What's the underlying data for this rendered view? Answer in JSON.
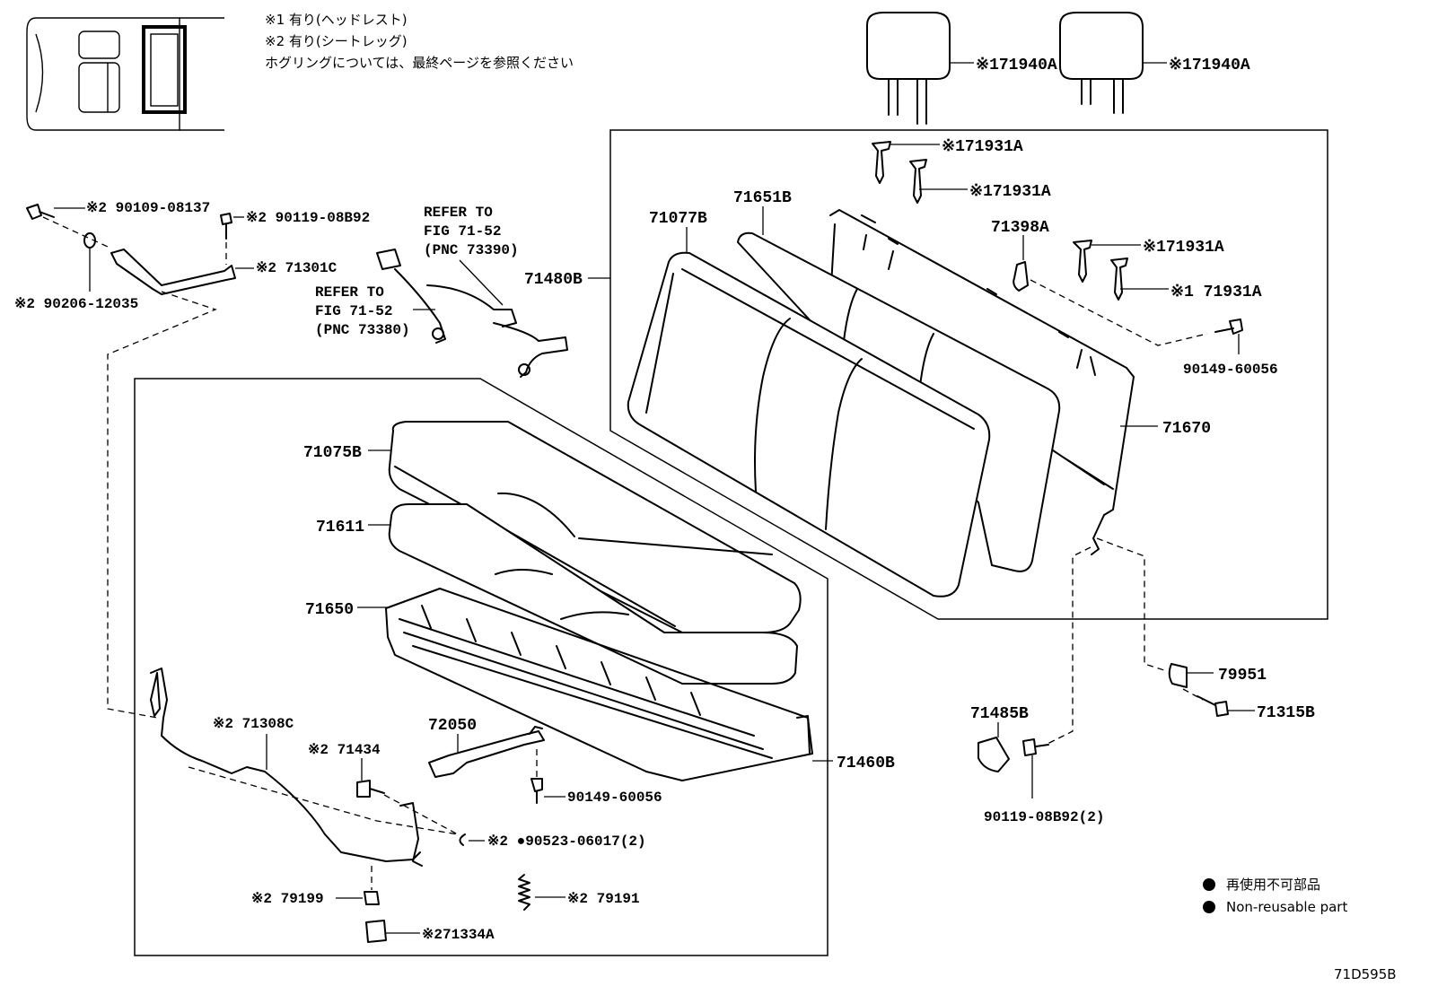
{
  "notes": {
    "note1": "※1 有り(ヘッドレスト)",
    "note2": "※2 有り(シートレッグ)",
    "note3": "ホグリングについては、最終ページを参照ください"
  },
  "labels": {
    "headrest_left": "※171940A",
    "headrest_right": "※171940A",
    "guide_1": "※171931A",
    "guide_2": "※171931A",
    "guide_3": "※171931A",
    "guide_4": "※1 71931A",
    "bolt_90109": "※2 90109-08137",
    "bolt_90119_top": "※2 90119-08B92",
    "bracket_71301c": "※2 71301C",
    "washer_90206": "※2 90206-12035",
    "refer_73390_1": "REFER TO",
    "refer_73390_2": "FIG 71-52",
    "refer_73390_3": "(PNC 73390)",
    "refer_73380_1": "REFER TO",
    "refer_73380_2": "FIG 71-52",
    "refer_73380_3": "(PNC 73380)",
    "cover_71077b": "71077B",
    "pad_71651b": "71651B",
    "hook_71398a": "71398A",
    "assy_71480b": "71480B",
    "screw_90149_top": "90149-60056",
    "frame_71670": "71670",
    "cushion_cover_71075b": "71075B",
    "cushion_pad_71611": "71611",
    "spring_71650": "71650",
    "leg_71308c": "※2 71308C",
    "pin_71434": "※2 71434",
    "lever_72050": "72050",
    "screw_90149_bottom": "90149-60056",
    "assy_71460b": "71460B",
    "ring_90523": "※2 ●90523-06017(2)",
    "bushing_79199": "※2 79199",
    "spring_79191": "※2 79191",
    "stopper_71334a": "※271334A",
    "striker_79951": "79951",
    "bolt_71315b": "71315B",
    "cover_71485b": "71485B",
    "bolt_90119_bottom": "90119-08B92(2)"
  },
  "legend": {
    "item1": "再使用不可部品",
    "item2": "Non-reusable part"
  },
  "figure_code": "71D595B"
}
